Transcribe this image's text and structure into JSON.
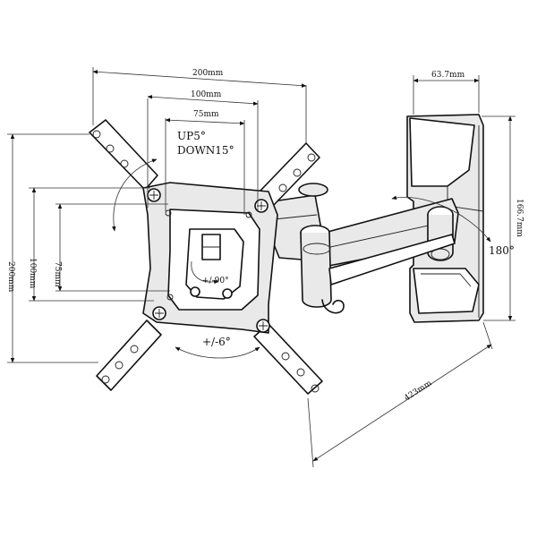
{
  "dimensions": {
    "width_200": "200mm",
    "width_100": "100mm",
    "width_75": "75mm",
    "height_200": "200mm",
    "height_100": "100mm",
    "height_75": "75mm",
    "depth_min": "63.7mm",
    "height_wallplate": "166.7mm",
    "extension_max": "423mm"
  },
  "angles": {
    "tilt_up": "UP5°",
    "tilt_down": "DOWN15°",
    "rotation": "+/-90°",
    "level": "+/-6°",
    "swivel": "180°"
  },
  "colors": {
    "line": "#111111",
    "background": "#ffffff",
    "shade": "#e9e9e9"
  }
}
